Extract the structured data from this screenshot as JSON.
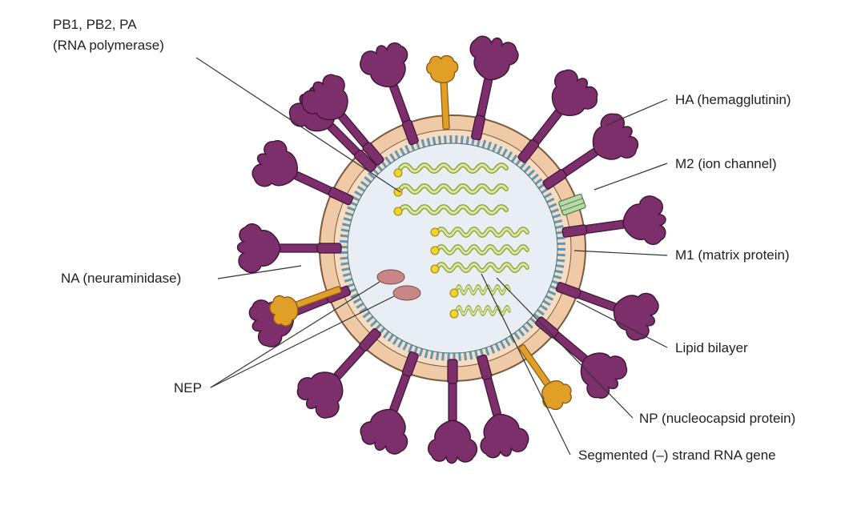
{
  "labels": {
    "pb_line1": "PB1, PB2, PA",
    "pb_line2": "(RNA polymerase)",
    "ha": "HA (hemagglutinin)",
    "m2": "M2 (ion channel)",
    "m1": "M1 (matrix protein)",
    "na": "NA (neuraminidase)",
    "lipid": "Lipid bilayer",
    "nep": "NEP",
    "np": "NP (nucleocapsid protein)",
    "rna": "Segmented (–) strand RNA gene"
  },
  "colors": {
    "ha_purple": "#7d2f6c",
    "na_orange": "#e0a028",
    "m2_green": "#b9d9a9",
    "lipid_tan": "#f0c9a6",
    "m1_blue": "#5d98b8",
    "interior": "#e8eef4",
    "rna_green": "#cfdc8a",
    "polymerase_yellow": "#f2d52a",
    "nep_pink": "#c98686"
  }
}
